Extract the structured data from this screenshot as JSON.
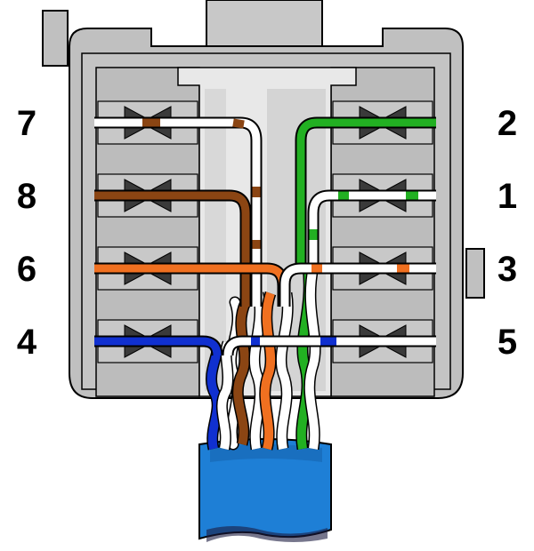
{
  "diagram": {
    "pins": [
      {
        "id": "7",
        "label": "7",
        "side": "left",
        "wire": "white-brown"
      },
      {
        "id": "8",
        "label": "8",
        "side": "left",
        "wire": "brown"
      },
      {
        "id": "6",
        "label": "6",
        "side": "left",
        "wire": "orange"
      },
      {
        "id": "4",
        "label": "4",
        "side": "left",
        "wire": "blue"
      },
      {
        "id": "2",
        "label": "2",
        "side": "right",
        "wire": "green"
      },
      {
        "id": "1",
        "label": "1",
        "side": "right",
        "wire": "white-green"
      },
      {
        "id": "3",
        "label": "3",
        "side": "right",
        "wire": "white-orange"
      },
      {
        "id": "5",
        "label": "5",
        "side": "right",
        "wire": "white-blue"
      }
    ],
    "colors": {
      "housing": "#c0c0c0",
      "housing_dark": "#a8a8a8",
      "outline": "#000000",
      "slot_dark": "#404040",
      "cable_jacket": "#1e7fd6",
      "brown": "#8b4513",
      "orange": "#f07020",
      "green": "#22b022",
      "blue": "#1030d0",
      "white": "#ffffff"
    }
  }
}
